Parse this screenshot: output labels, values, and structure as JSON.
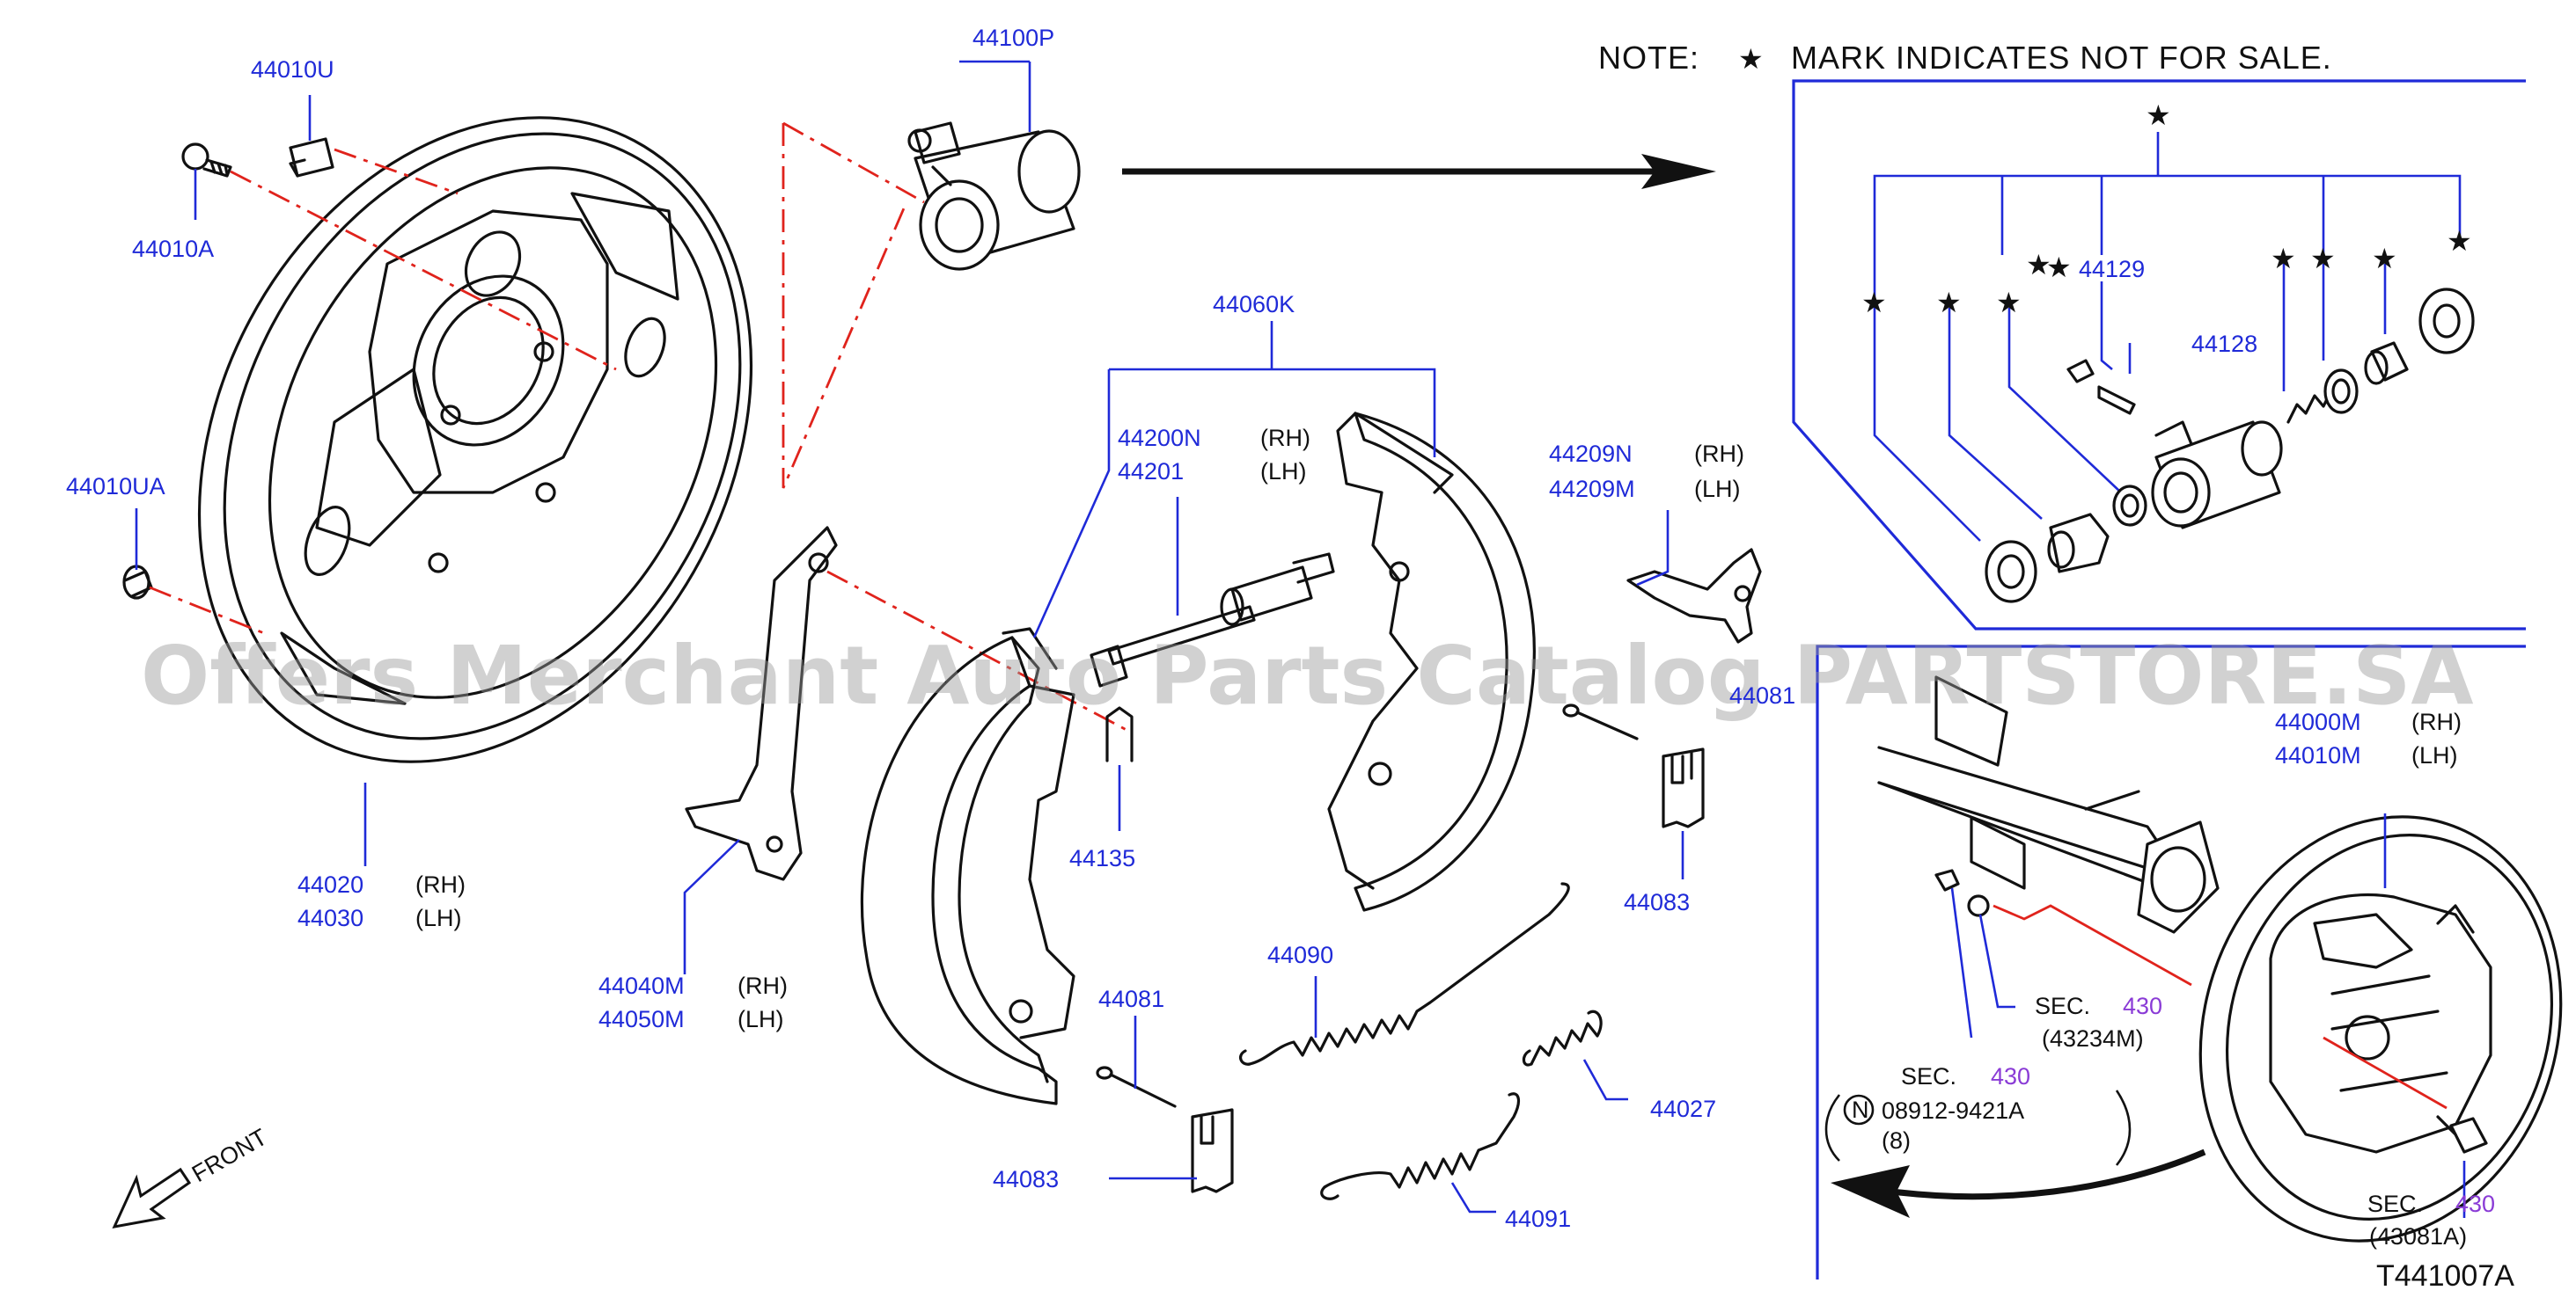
{
  "note": {
    "prefix": "NOTE:",
    "star": "★",
    "text": "MARK  INDICATES  NOT  FOR  SALE."
  },
  "watermark": "Offers Merchant Auto Parts Catalog PARTSTORE.SA",
  "diagram_code": "T441007A",
  "front_label": "FRONT",
  "labels": {
    "p44100P": "44100P",
    "p44010U": "44010U",
    "p44010A": "44010A",
    "p44010UA": "44010UA",
    "p44020": "44020",
    "p44030": "44030",
    "p44040M": "44040M",
    "p44050M": "44050M",
    "p44060K": "44060K",
    "p44200N": "44200N",
    "p44201": "44201",
    "p44135": "44135",
    "p44209N": "44209N",
    "p44209M": "44209M",
    "p44081a": "44081",
    "p44081b": "44081",
    "p44083a": "44083",
    "p44083b": "44083",
    "p44090": "44090",
    "p44091": "44091",
    "p44027": "44027",
    "p44129": "44129",
    "p44128": "44128",
    "p44000M": "44000M",
    "p44010M": "44010M",
    "rh": "(RH)",
    "lh": "(LH)",
    "sec": "SEC.",
    "sec_num": "430",
    "sec_43234M": "(43234M)",
    "sec_43081A": "(43081A)",
    "nut_symbol": "N",
    "nut_part": "08912-9421A",
    "nut_qty": "(8)"
  },
  "colors": {
    "part_number": "#1f2ad8",
    "section_number": "#8a3bd6",
    "dashed_line": "#e0231c",
    "drawing": "#111111"
  }
}
